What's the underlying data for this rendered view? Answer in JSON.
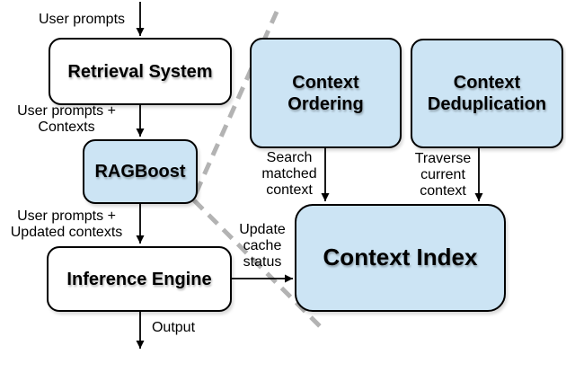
{
  "colors": {
    "background": "#ffffff",
    "node_fill_blue": "#cce4f4",
    "node_fill_white": "#ffffff",
    "node_border": "#000000",
    "arrow": "#000000",
    "dashed_divider": "#b3b3b3",
    "text": "#000000"
  },
  "nodes": {
    "retrieval_system": {
      "label": "Retrieval System"
    },
    "ragboost": {
      "label": "RAGBoost"
    },
    "inference_engine": {
      "label": "Inference Engine"
    },
    "context_ordering": {
      "label": "Context\nOrdering"
    },
    "context_deduplication": {
      "label": "Context\nDeduplication"
    },
    "context_index": {
      "label": "Context Index"
    }
  },
  "edge_labels": {
    "user_prompts": "User prompts",
    "user_prompts_contexts": "User prompts +\nContexts",
    "user_prompts_updated_contexts": "User prompts +\nUpdated contexts",
    "output": "Output",
    "search_matched_context": "Search\nmatched\ncontext",
    "traverse_current_context": "Traverse\ncurrent\ncontext",
    "update_cache_status": "Update\ncache\nstatus"
  }
}
